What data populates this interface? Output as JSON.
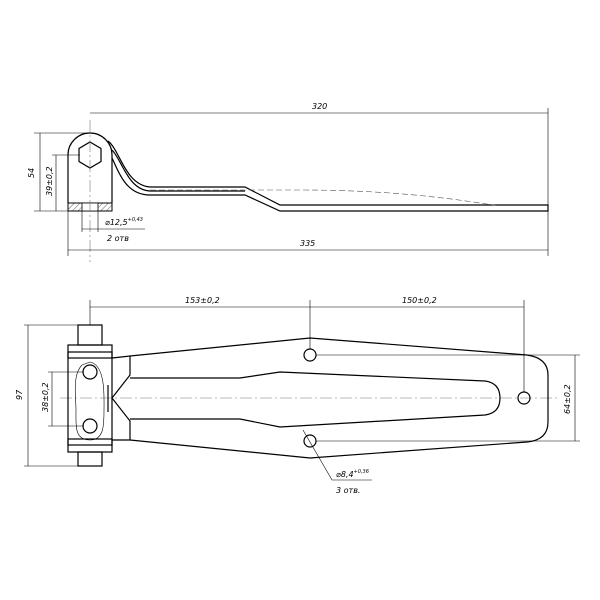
{
  "side_view": {
    "dim_length": "320",
    "dim_total_length": "335",
    "dim_height": "54",
    "dim_hole_height": "39±0,2",
    "hole_diameter": "⌀12,5",
    "hole_tolerance": "+0,43",
    "hole_count": "2 отв"
  },
  "plan_view": {
    "dim_first_hole": "153±0,2",
    "dim_second_hole": "150±0,2",
    "dim_height": "97",
    "dim_bolt_spacing": "38±0,2",
    "dim_hole_spacing": "64±0,2",
    "hole_diameter": "⌀8,4",
    "hole_tolerance": "+0,36",
    "hole_count": "3 отв."
  }
}
